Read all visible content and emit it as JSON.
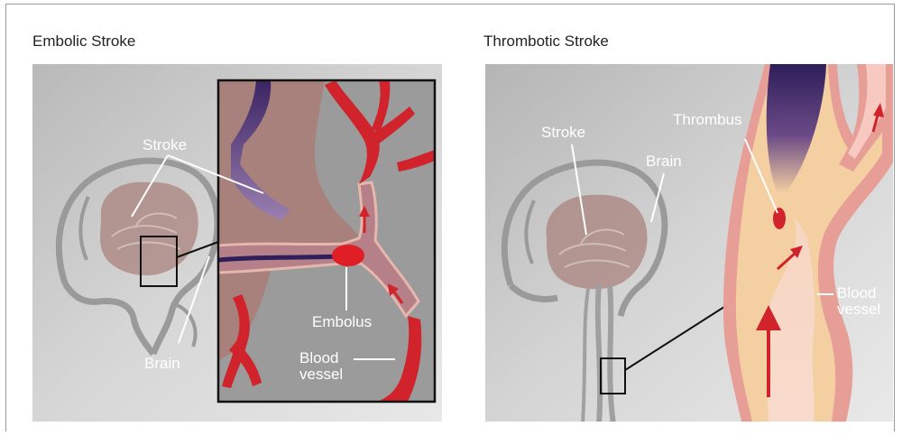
{
  "left_panel": {
    "title": "Embolic Stroke",
    "labels": {
      "stroke": "Stroke",
      "brain": "Brain",
      "embolus": "Embolus",
      "blood_vessel_1": "Blood",
      "blood_vessel_2": "vessel"
    }
  },
  "right_panel": {
    "title": "Thrombotic Stroke",
    "labels": {
      "stroke": "Stroke",
      "brain": "Brain",
      "thrombus": "Thrombus",
      "blood_vessel_1": "Blood",
      "blood_vessel_2": "vessel"
    }
  },
  "colors": {
    "panel_bg": "#c4c4c4",
    "blood_red": "#d0232b",
    "stroke_area": "#a9817c",
    "clot_purple": "#3b2462",
    "thrombotic_vessel": "#f4cfa2"
  }
}
